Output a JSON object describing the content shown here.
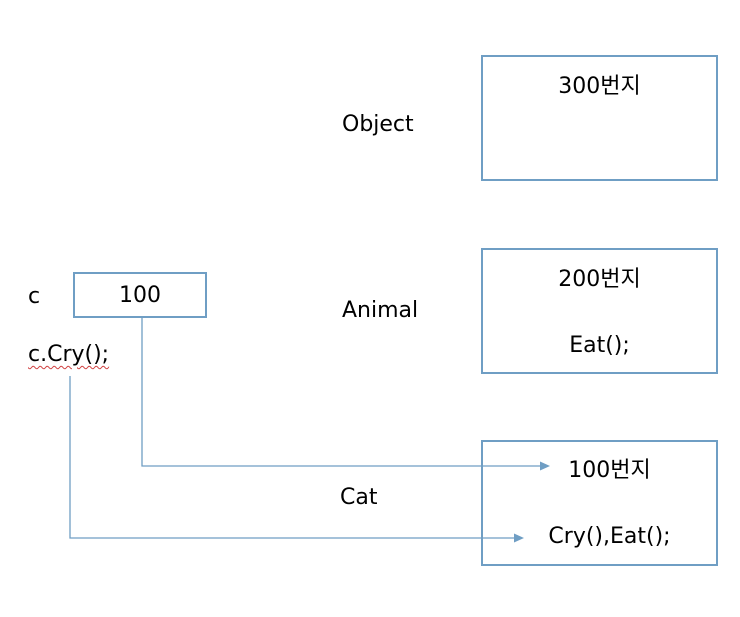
{
  "labels": {
    "object": "Object",
    "animal": "Animal",
    "cat": "Cat",
    "var_c": "c",
    "call": "c.Cry();"
  },
  "ref_box": {
    "value": "100"
  },
  "memory": {
    "object": {
      "address": "300번지"
    },
    "animal": {
      "address": "200번지",
      "methods": "Eat();"
    },
    "cat": {
      "address": "100번지",
      "methods": "Cry(),Eat();"
    }
  },
  "colors": {
    "box_border": "#6f9ec4",
    "arrow": "#6f9ec4",
    "squiggle": "#d04040"
  }
}
